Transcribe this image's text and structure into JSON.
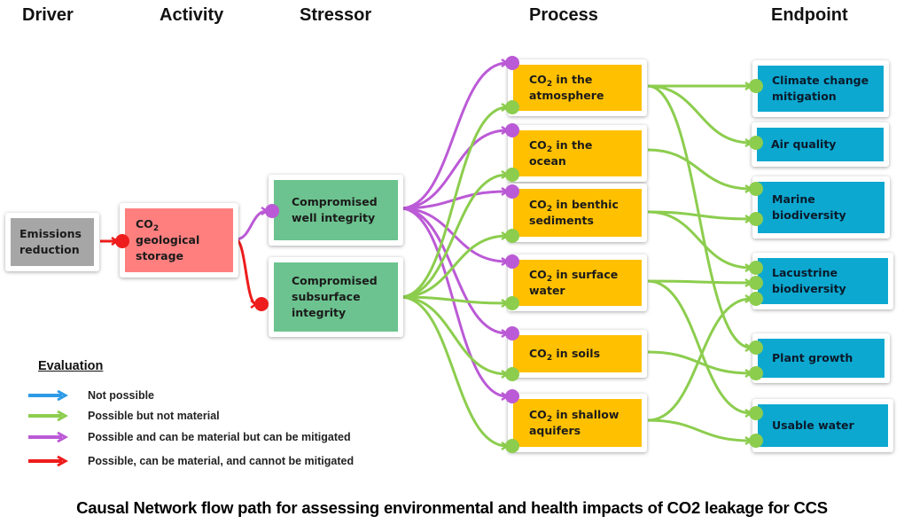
{
  "columns": [
    "Driver",
    "Activity",
    "Stressor",
    "Process",
    "Endpoint"
  ],
  "nodes": {
    "driver": [
      {
        "id": "emissions",
        "label": "Emissions\nreduction"
      }
    ],
    "activity": [
      {
        "id": "storage",
        "prefix": "CO",
        "sub": "2",
        "label": "\ngeological\nstorage"
      }
    ],
    "stressor": [
      {
        "id": "well",
        "label": "Compromised\nwell integrity"
      },
      {
        "id": "subsurface",
        "label": "Compromised\nsubsurface\nintegrity"
      }
    ],
    "process": [
      {
        "id": "atmosphere",
        "prefix": "CO",
        "sub": "2",
        "label": " in the\natmosphere"
      },
      {
        "id": "ocean",
        "prefix": "CO",
        "sub": "2",
        "label": " in the\nocean"
      },
      {
        "id": "benthic",
        "prefix": "CO",
        "sub": "2",
        "label": " in benthic\nsediments"
      },
      {
        "id": "surface",
        "prefix": "CO",
        "sub": "2",
        "label": " in surface\nwater"
      },
      {
        "id": "soils",
        "prefix": "CO",
        "sub": "2",
        "label": " in soils"
      },
      {
        "id": "aquifers",
        "prefix": "CO",
        "sub": "2",
        "label": " in shallow\naquifers"
      }
    ],
    "endpoint": [
      {
        "id": "climate",
        "label": "Climate change\nmitigation"
      },
      {
        "id": "air",
        "label": "Air quality"
      },
      {
        "id": "marine",
        "label": "Marine\nbiodiversity"
      },
      {
        "id": "lacustrine",
        "label": "Lacustrine\nbiodiversity"
      },
      {
        "id": "plant",
        "label": "Plant growth"
      },
      {
        "id": "water",
        "label": "Usable water"
      }
    ]
  },
  "evaluation_colors": {
    "not_possible": "#2e9ae6",
    "possible_not_material": "#8ccd4e",
    "material_mitigable": "#bb5ad6",
    "material_not_mitigable": "#ee1c1c"
  },
  "links": [
    {
      "from": "emissions",
      "to": "storage",
      "eval": "material_not_mitigable"
    },
    {
      "from": "storage",
      "to": "well",
      "eval": "material_mitigable"
    },
    {
      "from": "storage",
      "to": "subsurface",
      "eval": "material_not_mitigable"
    },
    {
      "from": "well",
      "to": "atmosphere",
      "eval": "material_mitigable"
    },
    {
      "from": "well",
      "to": "ocean",
      "eval": "material_mitigable"
    },
    {
      "from": "well",
      "to": "benthic",
      "eval": "material_mitigable"
    },
    {
      "from": "well",
      "to": "surface",
      "eval": "material_mitigable"
    },
    {
      "from": "well",
      "to": "soils",
      "eval": "material_mitigable"
    },
    {
      "from": "well",
      "to": "aquifers",
      "eval": "material_mitigable"
    },
    {
      "from": "subsurface",
      "to": "atmosphere",
      "eval": "possible_not_material"
    },
    {
      "from": "subsurface",
      "to": "ocean",
      "eval": "possible_not_material"
    },
    {
      "from": "subsurface",
      "to": "benthic",
      "eval": "possible_not_material"
    },
    {
      "from": "subsurface",
      "to": "surface",
      "eval": "possible_not_material"
    },
    {
      "from": "subsurface",
      "to": "soils",
      "eval": "possible_not_material"
    },
    {
      "from": "subsurface",
      "to": "aquifers",
      "eval": "possible_not_material"
    },
    {
      "from": "atmosphere",
      "to": "climate",
      "eval": "possible_not_material"
    },
    {
      "from": "atmosphere",
      "to": "air",
      "eval": "possible_not_material"
    },
    {
      "from": "atmosphere",
      "to": "plant",
      "eval": "possible_not_material"
    },
    {
      "from": "ocean",
      "to": "marine",
      "eval": "possible_not_material"
    },
    {
      "from": "benthic",
      "to": "marine",
      "eval": "possible_not_material"
    },
    {
      "from": "benthic",
      "to": "lacustrine",
      "eval": "possible_not_material"
    },
    {
      "from": "surface",
      "to": "lacustrine",
      "eval": "possible_not_material"
    },
    {
      "from": "surface",
      "to": "water",
      "eval": "possible_not_material"
    },
    {
      "from": "soils",
      "to": "plant",
      "eval": "possible_not_material"
    },
    {
      "from": "aquifers",
      "to": "lacustrine",
      "eval": "possible_not_material"
    },
    {
      "from": "aquifers",
      "to": "water",
      "eval": "possible_not_material"
    }
  ],
  "legend": {
    "title": "Evaluation",
    "items": [
      {
        "key": "not_possible",
        "label": "Not possible"
      },
      {
        "key": "possible_not_material",
        "label": "Possible but not material"
      },
      {
        "key": "material_mitigable",
        "label": "Possible and can be material but can be mitigated"
      },
      {
        "key": "material_not_mitigable",
        "label": "Possible, can be material, and cannot be mitigated"
      }
    ]
  },
  "caption": "Causal Network flow path for assessing environmental and health impacts of CO2 leakage for CCS"
}
